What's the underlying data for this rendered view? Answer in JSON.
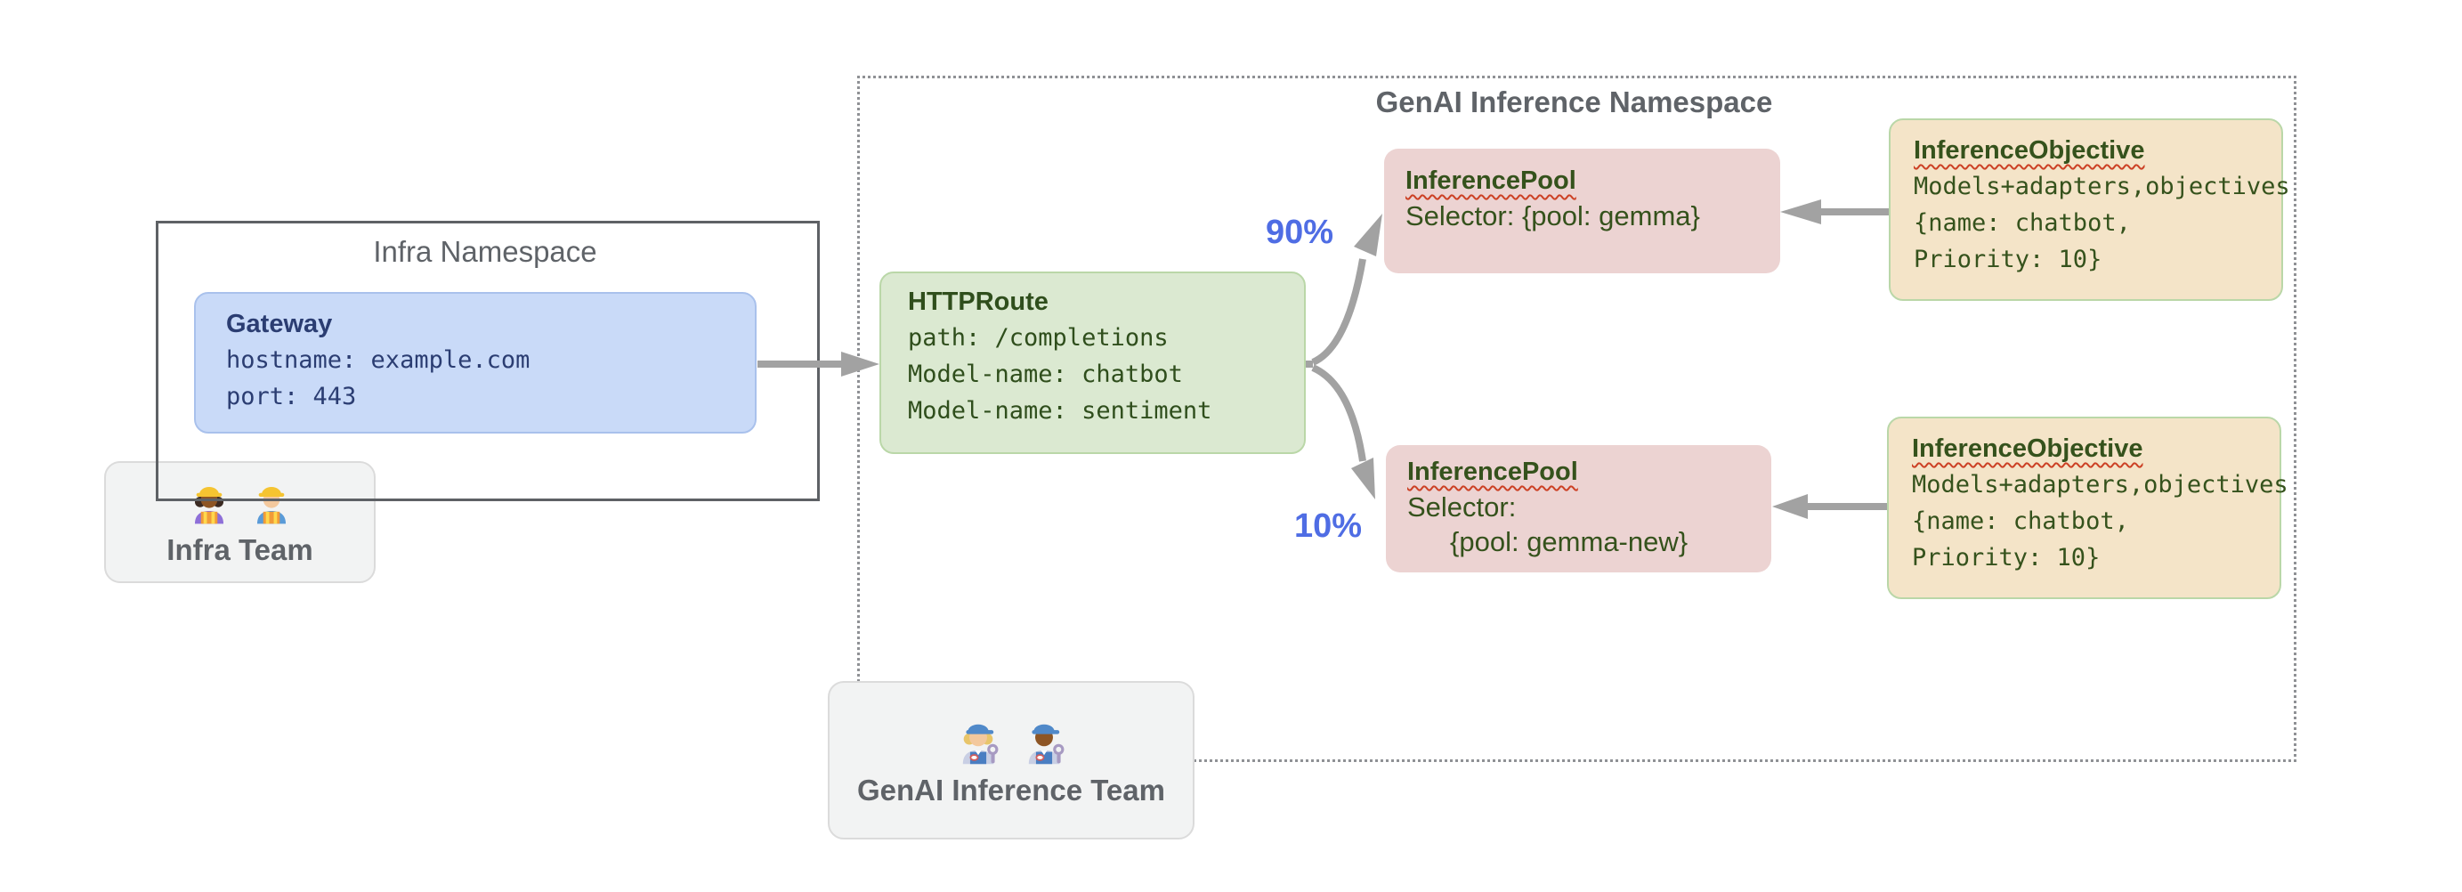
{
  "colors": {
    "canvas_bg": "#ffffff",
    "namespace_title_gray": "#5f6368",
    "solid_frame_gray": "#5e6165",
    "dotted_frame_gray": "#8f9195",
    "gateway_bg": "#c9daf8",
    "gateway_text_navy": "#2b3d72",
    "httproute_bg": "#dbe9d1",
    "green_border": "#bad7a8",
    "dark_green_text": "#2f4e1c",
    "pool_bg": "#ecd3d2",
    "objective_bg": "#f4e4c8",
    "arrow_gray": "#a2a2a2",
    "percent_blue": "#4f6de4",
    "team_box_bg": "#f2f3f3",
    "squiggle_red": "#cc4125"
  },
  "infra_namespace": {
    "title": "Infra Namespace"
  },
  "gateway": {
    "title": "Gateway",
    "lines": [
      "hostname: example.com",
      "port: 443"
    ]
  },
  "infra_team": {
    "label": "Infra Team",
    "icons": [
      "construction-worker-woman",
      "construction-worker-man"
    ]
  },
  "genai_namespace": {
    "title": "GenAI Inference Namespace"
  },
  "httproute": {
    "title": "HTTPRoute",
    "lines": [
      "path: /completions",
      "Model-name: chatbot",
      "Model-name: sentiment"
    ]
  },
  "route_split": {
    "top_percent": "90%",
    "bottom_percent": "10%"
  },
  "inference_pool_top": {
    "title": "InferencePool",
    "lines": [
      "Selector: {pool: gemma}"
    ]
  },
  "inference_pool_bottom": {
    "title": "InferencePool",
    "lines": [
      "Selector:",
      "{pool: gemma-new}"
    ]
  },
  "inference_objective_top": {
    "title": "InferenceObjective",
    "lines": [
      "Models+adapters,objectives",
      "{name: chatbot,",
      "Priority: 10}"
    ]
  },
  "inference_objective_bottom": {
    "title": "InferenceObjective",
    "lines": [
      "Models+adapters,objectives",
      "{name: chatbot,",
      "Priority: 10}"
    ]
  },
  "genai_team": {
    "label": "GenAI Inference Team",
    "icons": [
      "mechanic-woman",
      "mechanic-man"
    ]
  }
}
